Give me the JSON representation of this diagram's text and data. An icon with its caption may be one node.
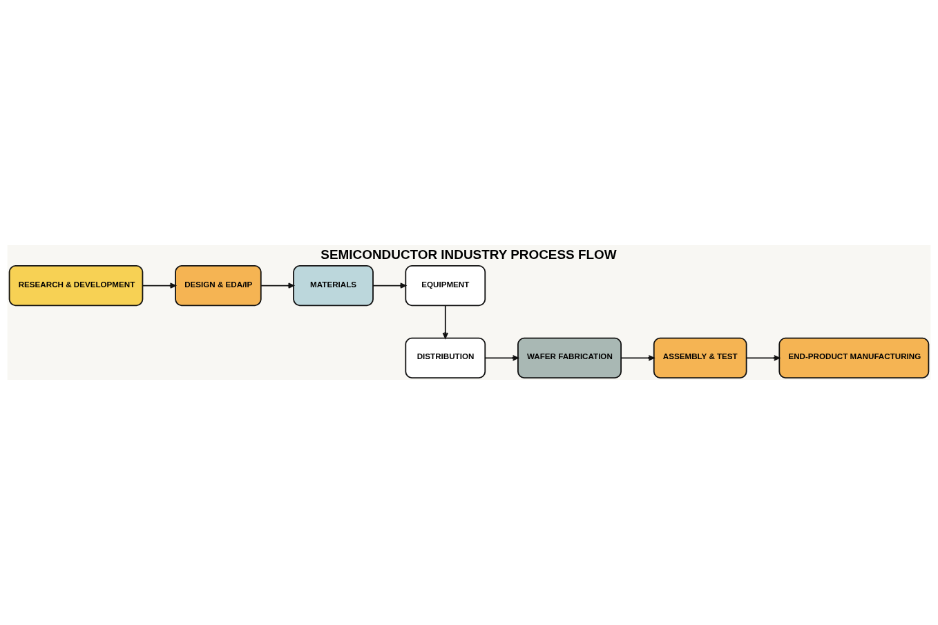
{
  "diagram": {
    "title": "SEMICONDUCTOR INDUSTRY PROCESS FLOW",
    "nodes": [
      {
        "text": [
          "RESEARCH & DEVELOPMENT"
        ]
      },
      {
        "text": [
          "DESIGN & EDA/IP"
        ]
      },
      {
        "text": [
          "MATERIALS"
        ]
      },
      {
        "text": [
          "EQUIPMENT"
        ]
      },
      {
        "text": [
          "DISTRIBUTION"
        ]
      },
      {
        "text": [
          "WAFER FABRICATION"
        ]
      },
      {
        "text": [
          "ASSEMBLY & TEST"
        ]
      },
      {
        "text": [
          "END-PRODUCT MANUFACTURING"
        ]
      }
    ],
    "edges": [
      {
        "from": 0,
        "to": 1,
        "arrow": "to"
      },
      {
        "from": 1,
        "to": 2,
        "arrow": "to"
      },
      {
        "from": 2,
        "to": 3,
        "arrow": "to"
      },
      {
        "from": 3,
        "to": 4,
        "arrow": "to"
      },
      {
        "from": 4,
        "to": 5,
        "arrow": "to"
      },
      {
        "from": 5,
        "to": 6,
        "arrow": "to"
      },
      {
        "from": 6,
        "to": 7,
        "arrow": "to"
      }
    ]
  }
}
